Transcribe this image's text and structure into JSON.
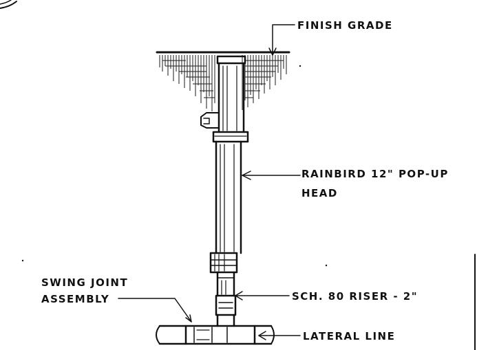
{
  "labels": {
    "finish_grade": "FINISH GRADE",
    "head_line1": "RAINBIRD 12\" POP-UP",
    "head_line2": "HEAD",
    "swing_line1": "SWING JOINT",
    "swing_line2": "ASSEMBLY",
    "riser": "SCH. 80 RISER - 2\"",
    "lateral": "LATERAL LINE"
  },
  "colors": {
    "ink": "#111111",
    "paper": "#ffffff"
  }
}
